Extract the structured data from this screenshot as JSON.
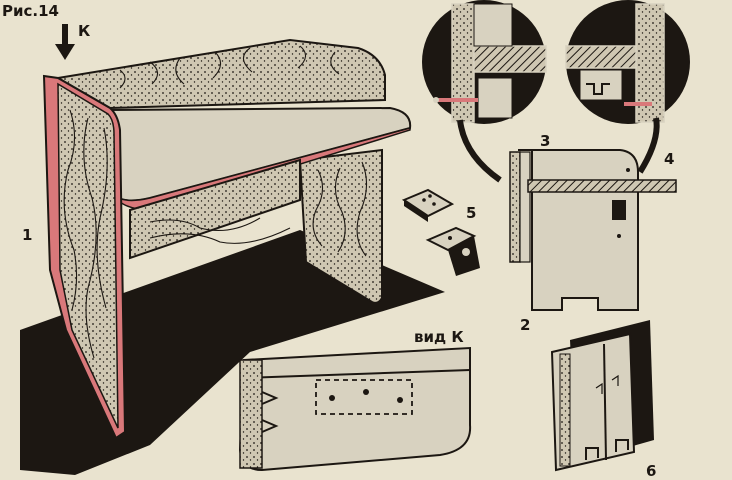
{
  "figure": {
    "title": "Рис.14",
    "view_arrow_label": "К",
    "view_caption": "вид К",
    "part_numbers": {
      "n1": "1",
      "n2": "2",
      "n3": "3",
      "n4": "4",
      "n5": "5",
      "n6": "6"
    }
  },
  "colors": {
    "paper": "#e9e3cf",
    "ink": "#1c1712",
    "edge_pink": "#d9787a",
    "top_surface": "#d8d2c0",
    "wood": "#cfc7b2"
  }
}
